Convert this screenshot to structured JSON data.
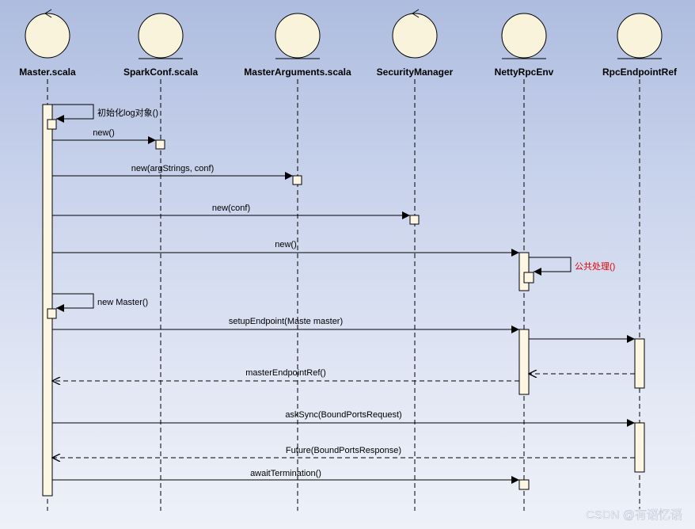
{
  "colors": {
    "object_fill": "#f9f3dc",
    "activation_fill": "#fdf6e3",
    "stroke": "#000000",
    "note_red": "#e00000",
    "watermark": "#ffffff"
  },
  "lifelines": [
    {
      "label": "Master.scala",
      "icon": "control-icon"
    },
    {
      "label": "SparkConf.scala",
      "icon": "entity-icon"
    },
    {
      "label": "MasterArguments.scala",
      "icon": "entity-icon"
    },
    {
      "label": "SecurityManager",
      "icon": "control-icon"
    },
    {
      "label": "NettyRpcEnv",
      "icon": "entity-icon"
    },
    {
      "label": "RpcEndpointRef",
      "icon": "entity-icon"
    }
  ],
  "messages": [
    {
      "label": "初始化log对象()",
      "from": 0,
      "to": 0,
      "kind": "self"
    },
    {
      "label": "new()",
      "from": 0,
      "to": 1,
      "kind": "call"
    },
    {
      "label": "new(argStrings, conf)",
      "from": 0,
      "to": 2,
      "kind": "call"
    },
    {
      "label": "new(conf)",
      "from": 0,
      "to": 3,
      "kind": "call"
    },
    {
      "label": "new()",
      "from": 0,
      "to": 4,
      "kind": "call"
    },
    {
      "label": "公共处理()",
      "from": 4,
      "to": 4,
      "kind": "self",
      "color": "red"
    },
    {
      "label": "new Master()",
      "from": 0,
      "to": 0,
      "kind": "self"
    },
    {
      "label": "setupEndpoint(Maste master)",
      "from": 0,
      "to": 4,
      "kind": "call"
    },
    {
      "label": "",
      "from": 4,
      "to": 5,
      "kind": "call"
    },
    {
      "label": "",
      "from": 5,
      "to": 4,
      "kind": "return"
    },
    {
      "label": "masterEndpointRef()",
      "from": 4,
      "to": 0,
      "kind": "return"
    },
    {
      "label": "askSync(BoundPortsRequest)",
      "from": 0,
      "to": 5,
      "kind": "call"
    },
    {
      "label": "Future(BoundPortsResponse)",
      "from": 5,
      "to": 0,
      "kind": "return"
    },
    {
      "label": "awaitTermination()",
      "from": 0,
      "to": 4,
      "kind": "call"
    }
  ],
  "watermark": "CSDN @有语忆语"
}
